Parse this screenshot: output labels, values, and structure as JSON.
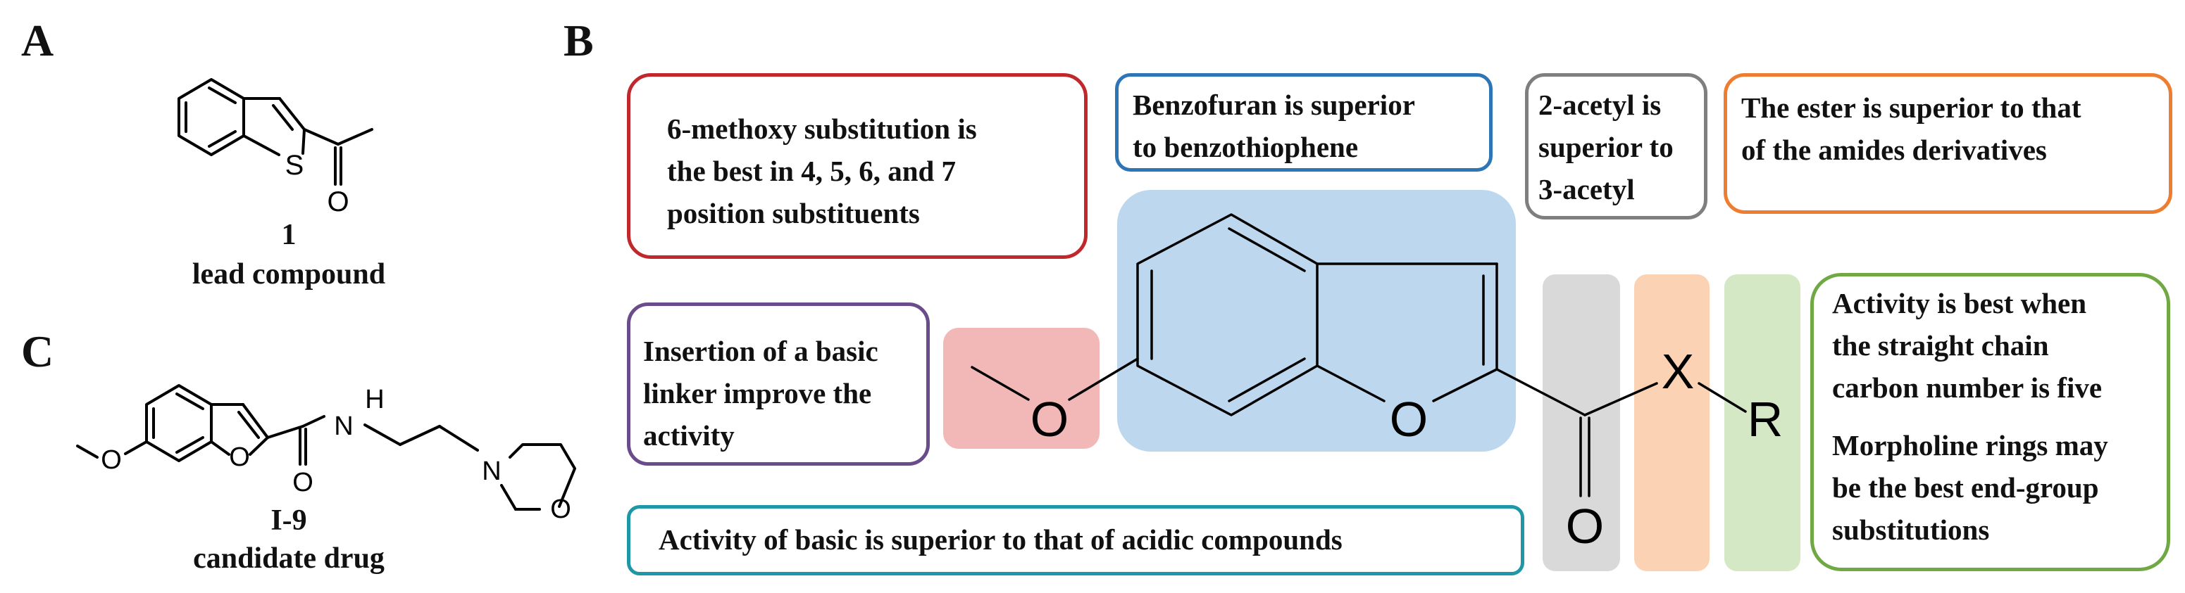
{
  "panels": {
    "a": "A",
    "b": "B",
    "c": "C"
  },
  "panel_a": {
    "number": "1",
    "label": "lead compound",
    "atoms": {
      "s": "S",
      "o": "O"
    }
  },
  "panel_c": {
    "number": "I-9",
    "label": "candidate drug",
    "atoms": {
      "o_methoxy": "O",
      "o_furan": "O",
      "o_carbonyl": "O",
      "n_amide": "N",
      "h_amide": "H",
      "n_ring": "N",
      "o_ring": "O"
    }
  },
  "panel_b": {
    "atoms": {
      "o_methoxy": "O",
      "o_furan": "O",
      "o_carbonyl": "O",
      "x": "X",
      "r": "R"
    },
    "notes": {
      "methoxy": "6-methoxy substitution is\nthe best in 4, 5, 6,  and 7\nposition substituents",
      "benzofuran": "Benzofuran is superior\nto benzothiophene",
      "acetyl": "2-acetyl is\nsuperior to\n3-acetyl",
      "ester": "The ester is superior to that\nof the amides derivatives",
      "linker": "Insertion of a basic\nlinker improve the\nactivity",
      "basic": "Activity of basic is superior to that of acidic compounds",
      "chain_1": "Activity is best when\nthe straight chain\ncarbon number is five",
      "chain_2": "Morpholine rings may\nbe the best end-group\nsubstitutions"
    },
    "colors": {
      "methoxy": "#c0282c",
      "benzofuran": "#2e75b6",
      "acetyl": "#7f7f7f",
      "ester": "#ed7d31",
      "linker": "#6a4c8c",
      "basic": "#1f97a6",
      "chain": "#70a844",
      "highlight_methoxy": "#f2b7b7",
      "highlight_core": "#bdd7ee",
      "highlight_carbonyl": "#d9d9d9",
      "highlight_x": "#fbd3b4",
      "highlight_r": "#d5e8c5"
    }
  }
}
